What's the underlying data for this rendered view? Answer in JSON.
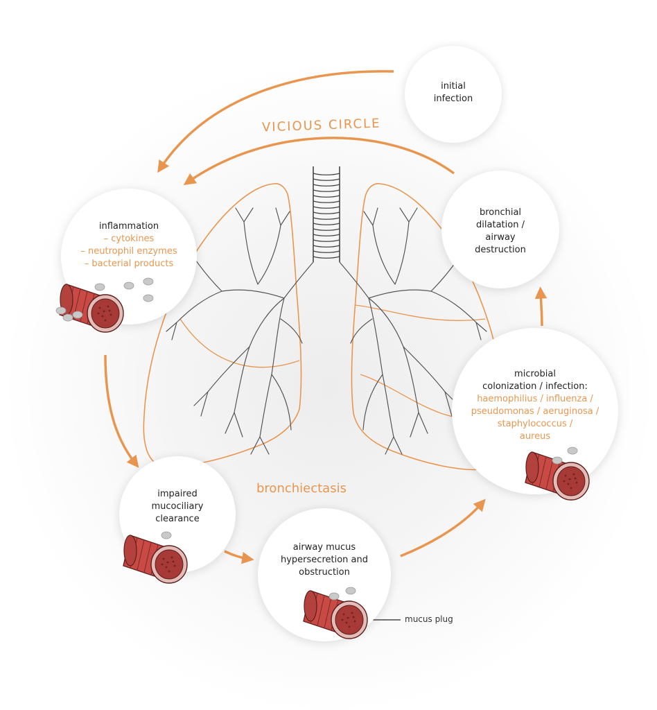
{
  "diagram_title": "VICIOUS CIRCLE",
  "center_label": "bronchiectasis",
  "nodes": {
    "initial_infection": {
      "lines": [
        "initial",
        "infection"
      ]
    },
    "inflammation": {
      "title": "inflammation",
      "items": [
        "– cytokines",
        "– neutrophil enzymes",
        "– bacterial products"
      ]
    },
    "bronchial_dilatation": {
      "lines": [
        "bronchial",
        "dilatation /",
        "airway",
        "destruction"
      ]
    },
    "microbial": {
      "title_lines": [
        "microbial",
        "colonization / infection:"
      ],
      "organism_lines": [
        "haemophilius / influenza /",
        "pseudomonas / aeruginosa /",
        "staphylococcus /",
        "aureus"
      ]
    },
    "impaired": {
      "lines": [
        "impaired",
        "mucociliary",
        "clearance"
      ]
    },
    "mucus": {
      "lines": [
        "airway mucus",
        "hypersecretion and",
        "obstruction"
      ]
    }
  },
  "mucus_plug_label": "mucus plug",
  "colors": {
    "accent": "#e8964f",
    "text": "#222222",
    "airway_outer": "#c94a44",
    "airway_inner": "#8f2f2c",
    "lumen": "#a73a36",
    "lung_outline": "#e8964f",
    "bronchi": "#555555"
  },
  "icons": [
    "airway-tube-icon",
    "particle-icon",
    "mucus-plug-icon",
    "lungs-illustration"
  ]
}
